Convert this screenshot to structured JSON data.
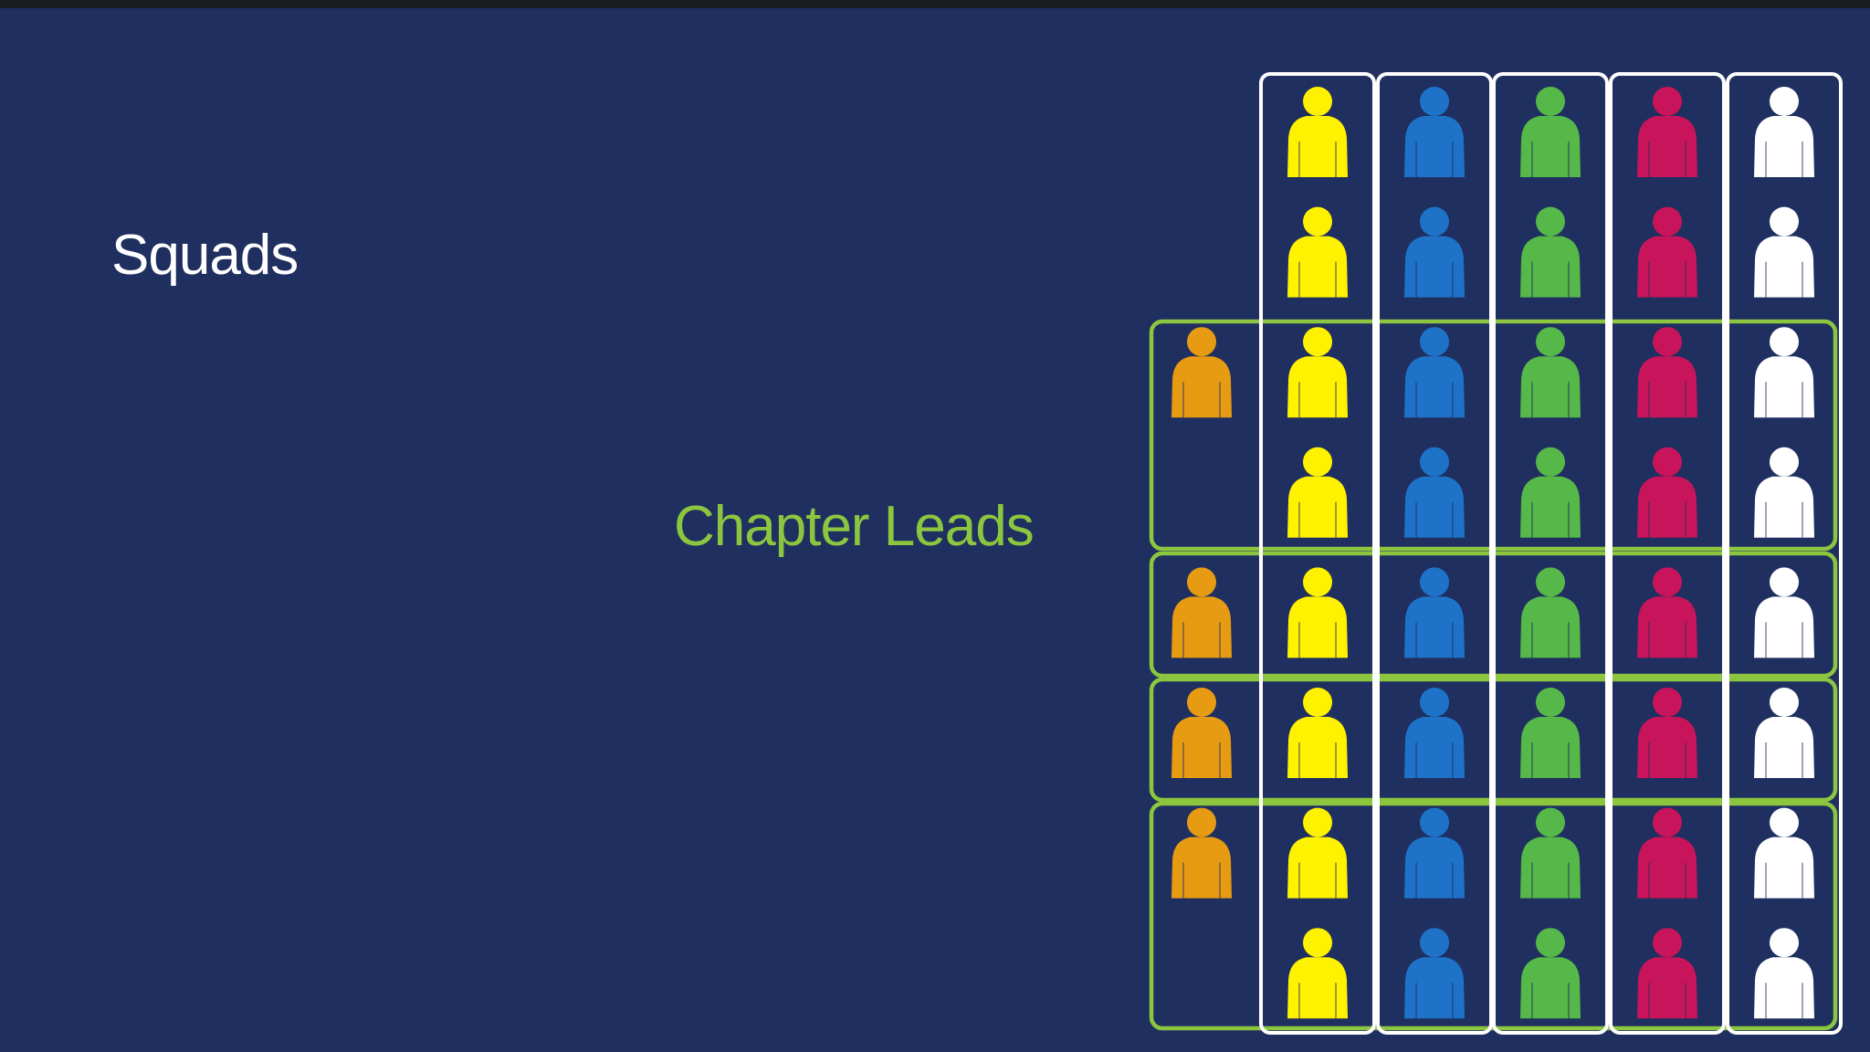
{
  "labels": {
    "squads": "Squads",
    "chapter_leads": "Chapter Leads"
  },
  "colors": {
    "background": "#1f2f60",
    "squad_border": "#ffffff",
    "chapter_border": "#8cc63f",
    "squads_text": "#ffffff",
    "chapter_leads_text": "#8cc63f",
    "lead": "#e69b12",
    "squads": [
      "#fff200",
      "#1e73c8",
      "#55b848",
      "#c8145a",
      "#ffffff"
    ]
  },
  "diagram": {
    "squad_count": 5,
    "members_per_squad": 8,
    "chapters": [
      {
        "members_per_squad": 2,
        "has_lead": true
      },
      {
        "members_per_squad": 1,
        "has_lead": true
      },
      {
        "members_per_squad": 1,
        "has_lead": true
      },
      {
        "members_per_squad": 2,
        "has_lead": true
      }
    ],
    "ungrouped_top_rows": 2,
    "person_icon": "person-icon"
  }
}
